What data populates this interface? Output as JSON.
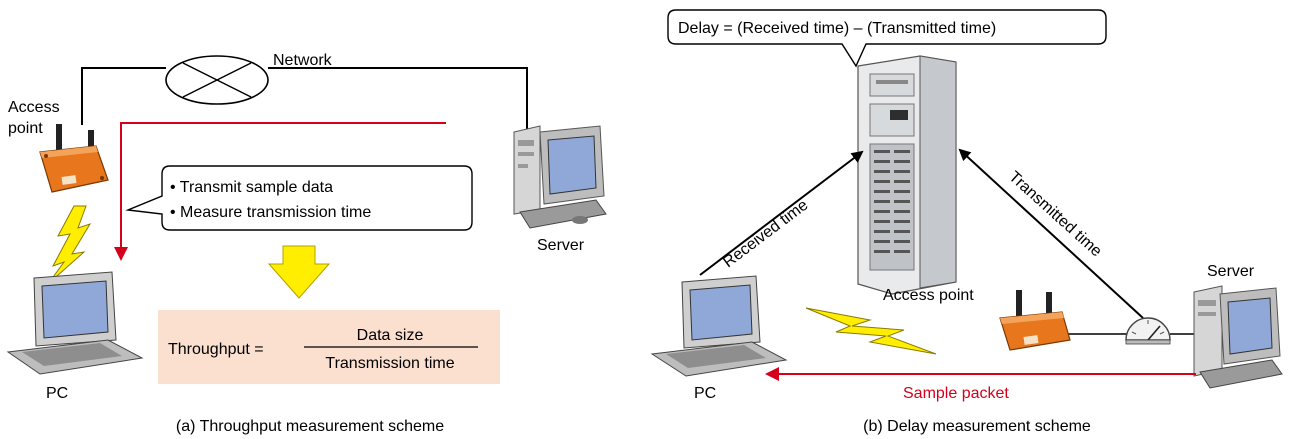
{
  "panel_a": {
    "network_label": "Network",
    "access_point_line1": "Access",
    "access_point_line2": "point",
    "callout_line1": "• Transmit sample data",
    "callout_line2": "• Measure transmission time",
    "server_label": "Server",
    "pc_label": "PC",
    "formula_lhs": "Throughput =",
    "formula_numerator": "Data size",
    "formula_denominator": "Transmission time",
    "caption": "(a) Throughput measurement scheme"
  },
  "panel_b": {
    "delay_formula": "Delay = (Received time) – (Transmitted time)",
    "received_time": "Received time",
    "transmitted_time": "Transmitted time",
    "access_point_label": "Access point",
    "server_label": "Server",
    "pc_label": "PC",
    "sample_packet": "Sample packet",
    "caption": "(b) Delay measurement scheme"
  },
  "colors": {
    "red_path": "#d4001c",
    "formula_bg": "#fbe0d0",
    "lightning": "#ffee00",
    "arrow_down": "#ffee00",
    "access_point_body": "#e8761c",
    "screen_blue": "#8fa8d8"
  },
  "icons": [
    "network-cloud-icon",
    "access-point-icon",
    "server-computer-icon",
    "laptop-icon",
    "lightning-icon",
    "down-arrow-icon",
    "server-rack-icon",
    "meter-gauge-icon"
  ]
}
